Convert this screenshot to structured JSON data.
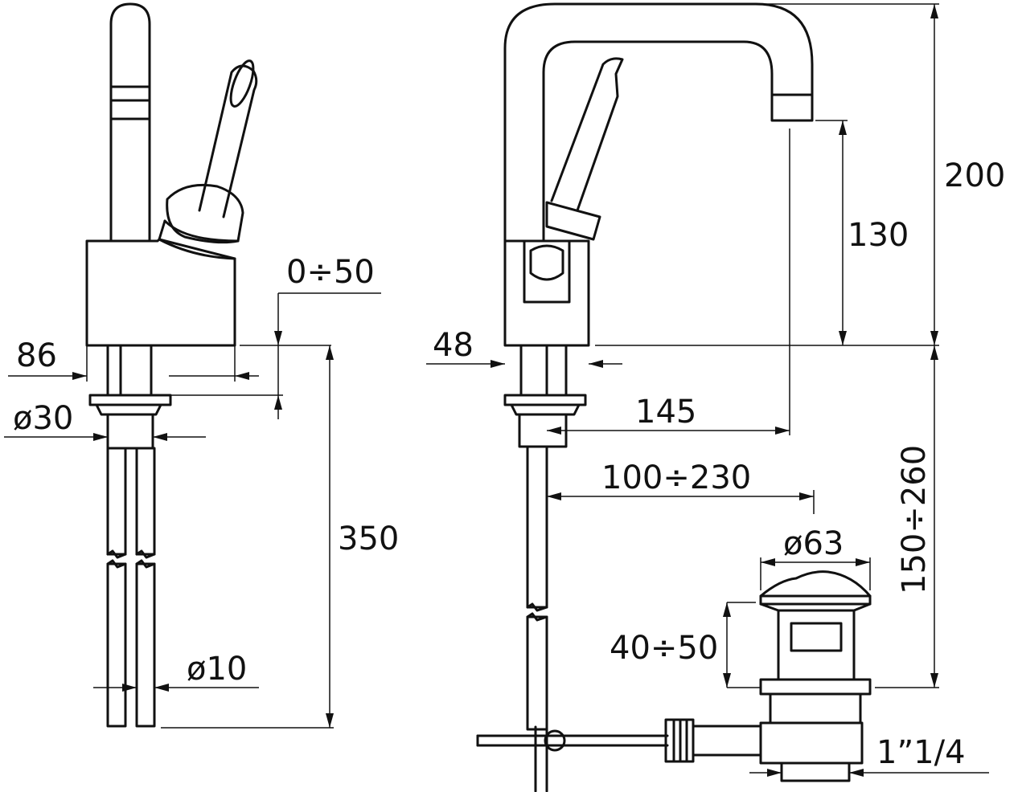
{
  "dimensions": {
    "d86": "86",
    "d30": "ø30",
    "d0_50": "0÷50",
    "d350": "350",
    "d10": "ø10",
    "d48": "48",
    "d145": "145",
    "d100_230": "100÷230",
    "d63": "ø63",
    "d40_50": "40÷50",
    "d1_1_4": "1”1/4",
    "d200": "200",
    "d130": "130",
    "d150_260": "150÷260"
  }
}
